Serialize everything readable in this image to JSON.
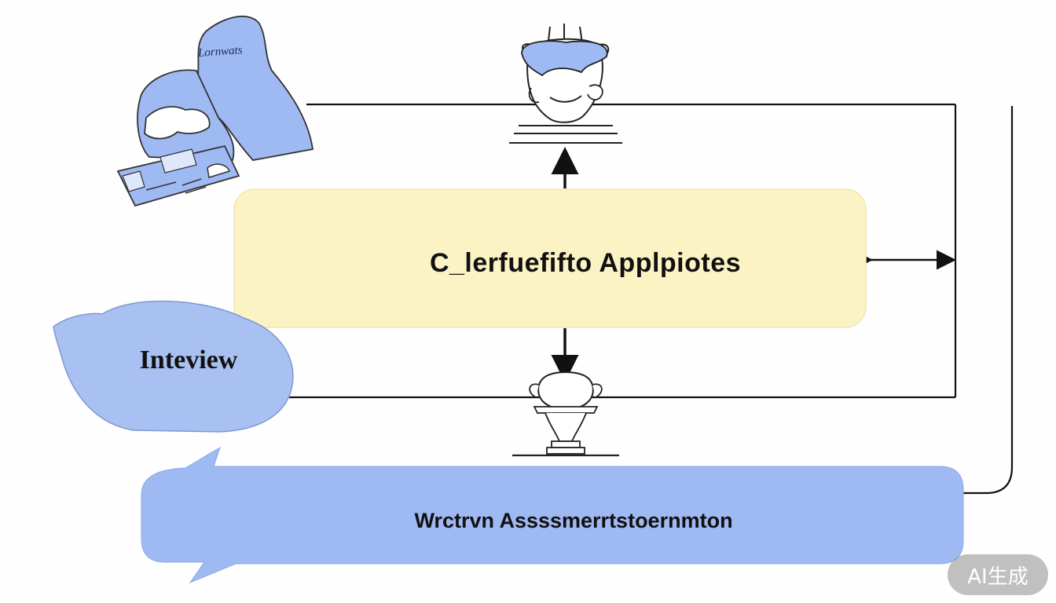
{
  "diagram": {
    "center_box": {
      "label": "C_lerfuefifto Applpiotes",
      "fill": "#fbf3c4"
    },
    "interview_node": {
      "label": "Inteview",
      "fill": "#a9c1f2"
    },
    "bottom_node": {
      "label": "Wrctrvn Assssmerrtstoernmton",
      "fill": "#9fb9f3"
    },
    "documents_illustration": {
      "script_text": "Lornwats",
      "fill": "#9fb9f3"
    },
    "colors": {
      "line": "#111111",
      "accent_blue": "#9fb9f3",
      "accent_yellow": "#fbf3c4"
    }
  },
  "watermark": {
    "text": "AI生成"
  }
}
